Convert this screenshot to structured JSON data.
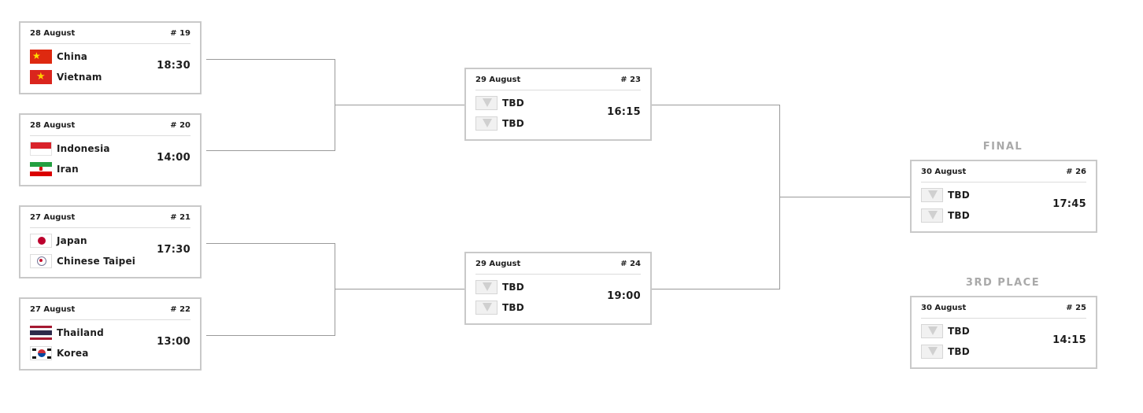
{
  "labels": {
    "final": "FINAL",
    "third_place": "3RD PLACE"
  },
  "matches": {
    "m19": {
      "date": "28 August",
      "number": "# 19",
      "time": "18:30",
      "team1": "China",
      "team2": "Vietnam"
    },
    "m20": {
      "date": "28 August",
      "number": "# 20",
      "time": "14:00",
      "team1": "Indonesia",
      "team2": "Iran"
    },
    "m21": {
      "date": "27 August",
      "number": "# 21",
      "time": "17:30",
      "team1": "Japan",
      "team2": "Chinese Taipei"
    },
    "m22": {
      "date": "27 August",
      "number": "# 22",
      "time": "13:00",
      "team1": "Thailand",
      "team2": "Korea"
    },
    "m23": {
      "date": "29 August",
      "number": "# 23",
      "time": "16:15",
      "team1": "TBD",
      "team2": "TBD"
    },
    "m24": {
      "date": "29 August",
      "number": "# 24",
      "time": "19:00",
      "team1": "TBD",
      "team2": "TBD"
    },
    "m26": {
      "date": "30 August",
      "number": "# 26",
      "time": "17:45",
      "team1": "TBD",
      "team2": "TBD"
    },
    "m25": {
      "date": "30 August",
      "number": "# 25",
      "time": "14:15",
      "team1": "TBD",
      "team2": "TBD"
    }
  },
  "icons": {
    "china": "china-flag-icon",
    "vietnam": "vietnam-flag-icon",
    "indonesia": "indonesia-flag-icon",
    "iran": "iran-flag-icon",
    "japan": "japan-flag-icon",
    "chinese_taipei": "chinese-taipei-flag-icon",
    "thailand": "thailand-flag-icon",
    "korea": "korea-flag-icon",
    "tbd": "volleyball-placeholder-icon"
  }
}
